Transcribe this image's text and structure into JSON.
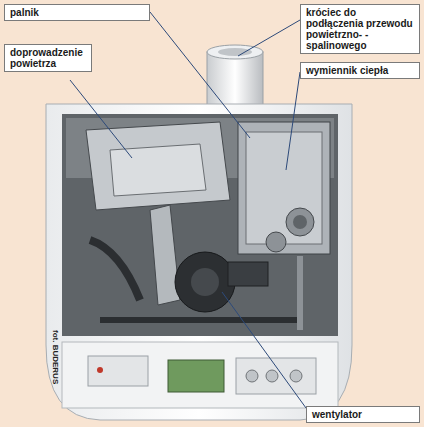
{
  "diagram": {
    "nodes": [
      {
        "text": [
          "palnik"
        ]
      },
      {
        "text": [
          "króciec do podłączenia przewodu powietrzno- -spalinowego"
        ]
      },
      {
        "text": [
          "doprowadzenie powietrza"
        ]
      },
      {
        "text": [
          "wymiennik ciepła"
        ]
      },
      {
        "text": [
          "wentylator"
        ]
      }
    ],
    "labels": [
      "fot. BUDERUS"
    ]
  }
}
